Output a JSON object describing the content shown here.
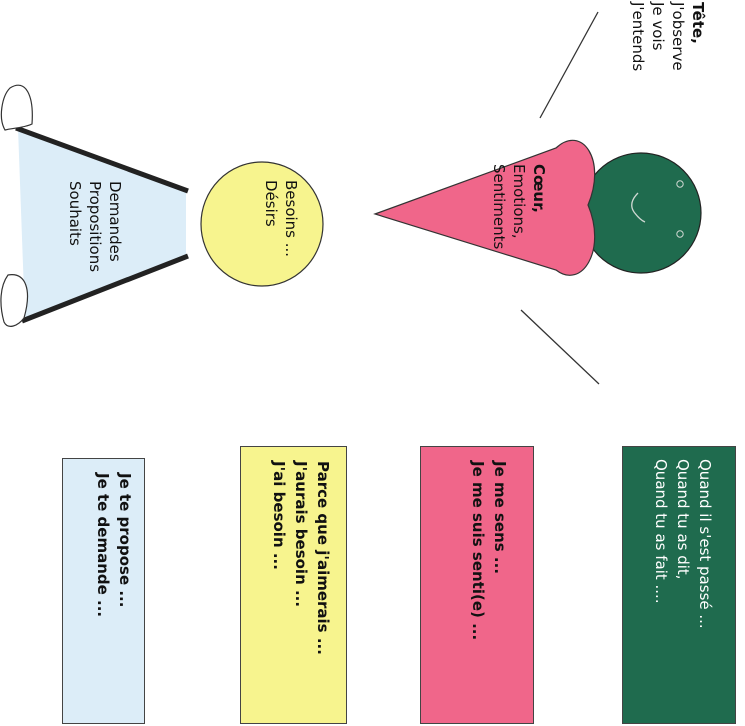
{
  "colors": {
    "head": "#1f6b4e",
    "heart": "#f0668a",
    "needs": "#f7f48e",
    "requests": "#dcedf8",
    "outline": "#333333",
    "text_light": "#ffffff"
  },
  "head": {
    "title": "Tête,",
    "lines": [
      "J'observe",
      "Je vois",
      "J'entends"
    ]
  },
  "heart": {
    "title": "Cœur,",
    "lines": [
      "Emotions,",
      "Sentiments"
    ]
  },
  "needs": {
    "lines": [
      "Besoins ...",
      "Désirs"
    ]
  },
  "requests": {
    "lines": [
      "Demandes",
      "Propositions",
      "Souhaits"
    ]
  },
  "cards": {
    "observation": [
      "Quand il s'est passé ...",
      "Quand tu as dit,",
      "Quand tu as fait ...."
    ],
    "feeling": [
      "Je me sens ...",
      "Je me suis senti(e) ..."
    ],
    "need": [
      "Parce que j'aimerais ...",
      "J'aurais besoin ...",
      "J'ai besoin ..."
    ],
    "request": [
      "Je te propose ...",
      "Je te demande ..."
    ]
  }
}
